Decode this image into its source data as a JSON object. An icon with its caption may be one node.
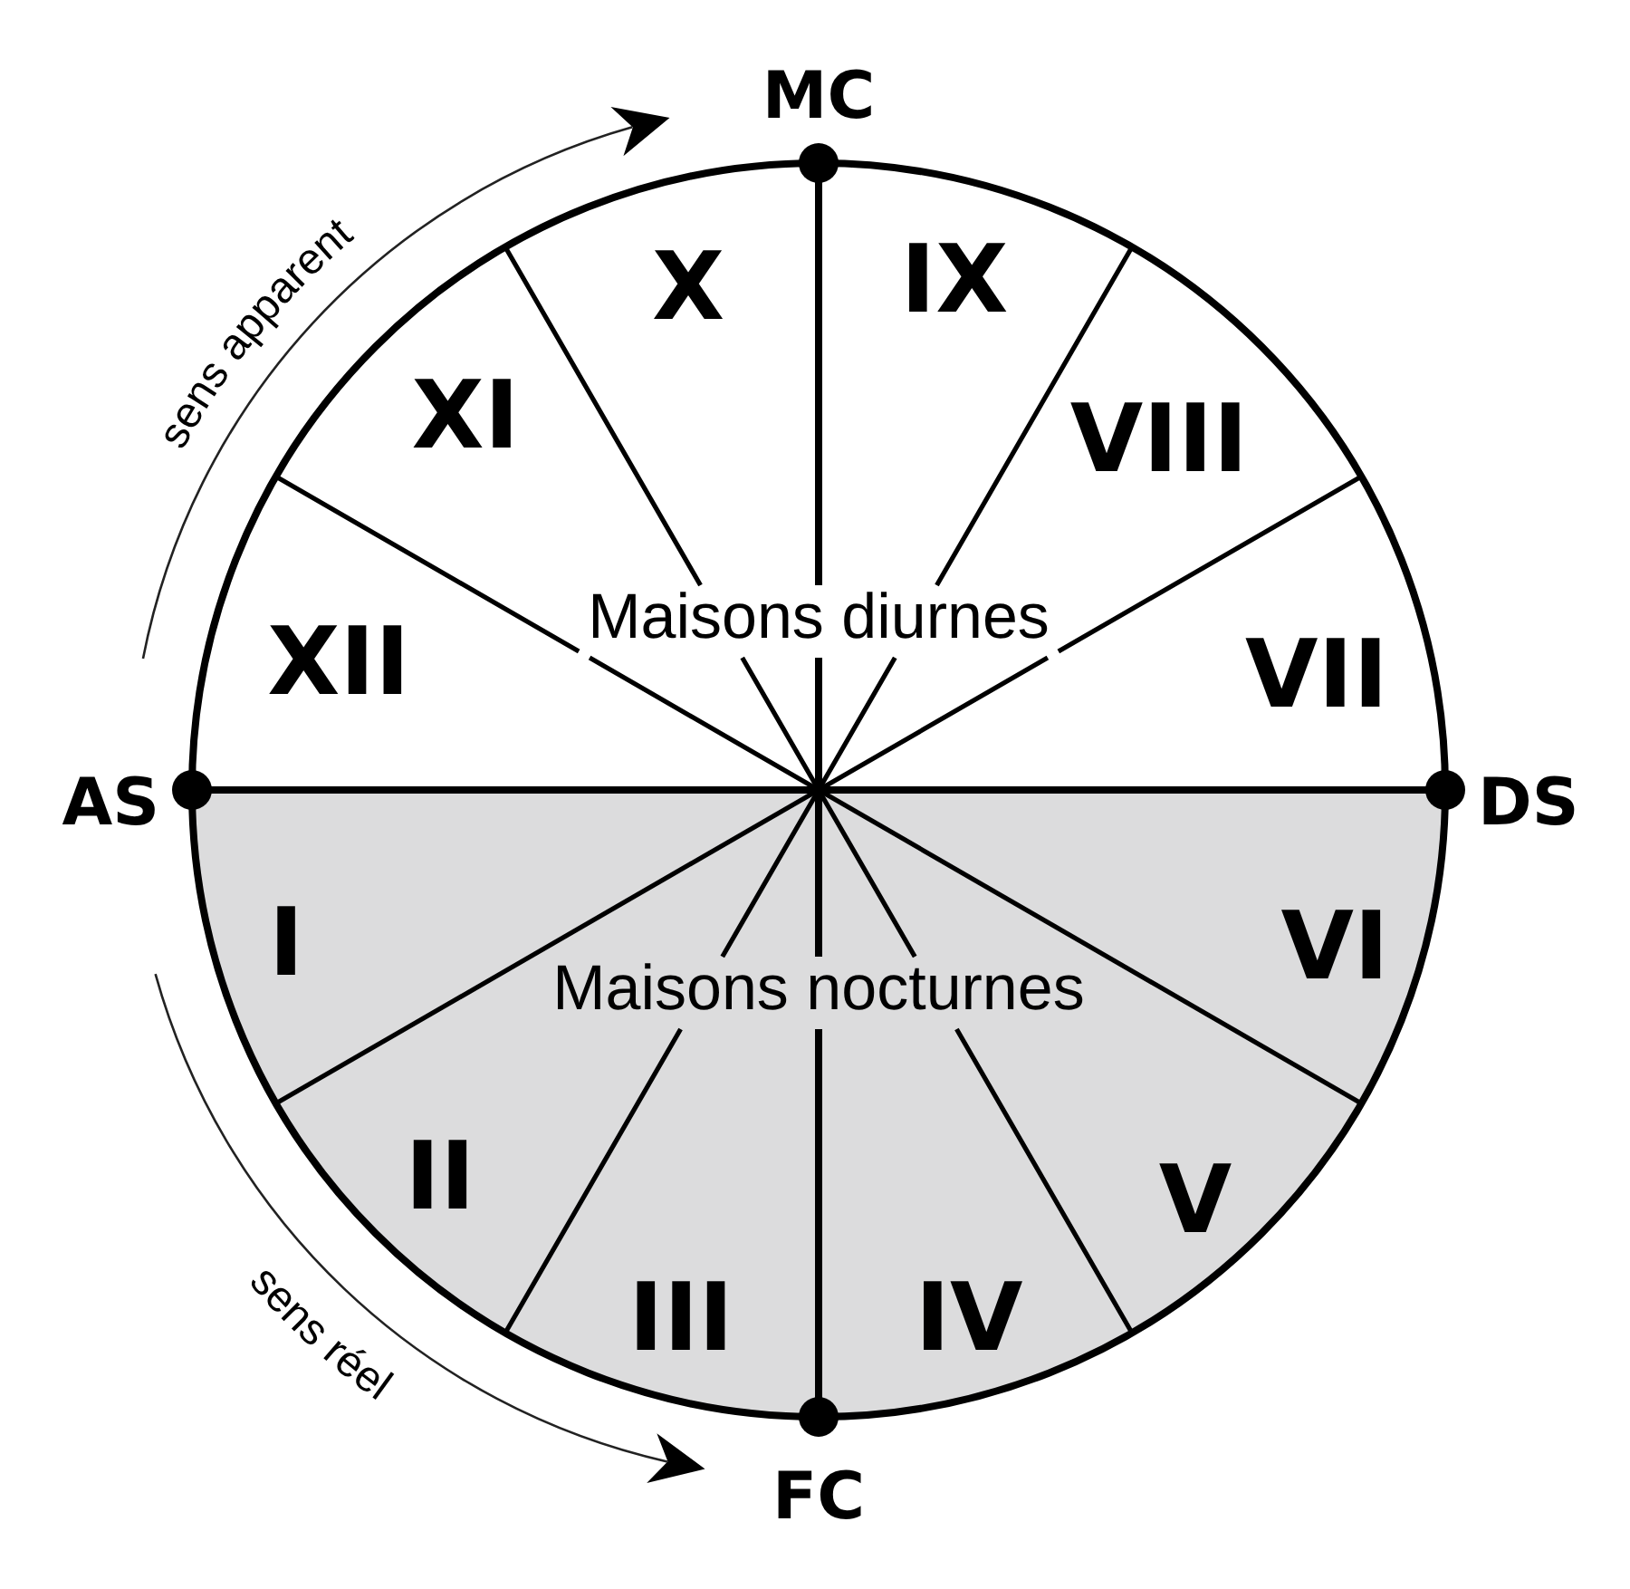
{
  "diagram": {
    "nodes": [
      {
        "text": [
          "Maisons diurnes"
        ]
      },
      {
        "text": [
          "X"
        ],
        "in": 0
      },
      {
        "text": [
          "IX"
        ],
        "in": 0
      },
      {
        "text": [
          "XI"
        ],
        "in": 0
      },
      {
        "text": [
          "VIII"
        ],
        "in": 0
      },
      {
        "text": [
          "XII"
        ],
        "in": 0
      },
      {
        "text": [
          "VII"
        ],
        "in": 0
      },
      {
        "text": [
          "Maisons nocturnes"
        ]
      },
      {
        "text": [
          "I"
        ],
        "in": 7
      },
      {
        "text": [
          "VI"
        ],
        "in": 7
      },
      {
        "text": [
          "II"
        ],
        "in": 7
      },
      {
        "text": [
          "V"
        ],
        "in": 7
      },
      {
        "text": [
          "III"
        ],
        "in": 7
      },
      {
        "text": [
          "IV"
        ],
        "in": 7
      }
    ],
    "labels": [
      "MC",
      "sens apparent",
      "AS",
      "DS",
      "sens réel",
      "FC"
    ]
  }
}
